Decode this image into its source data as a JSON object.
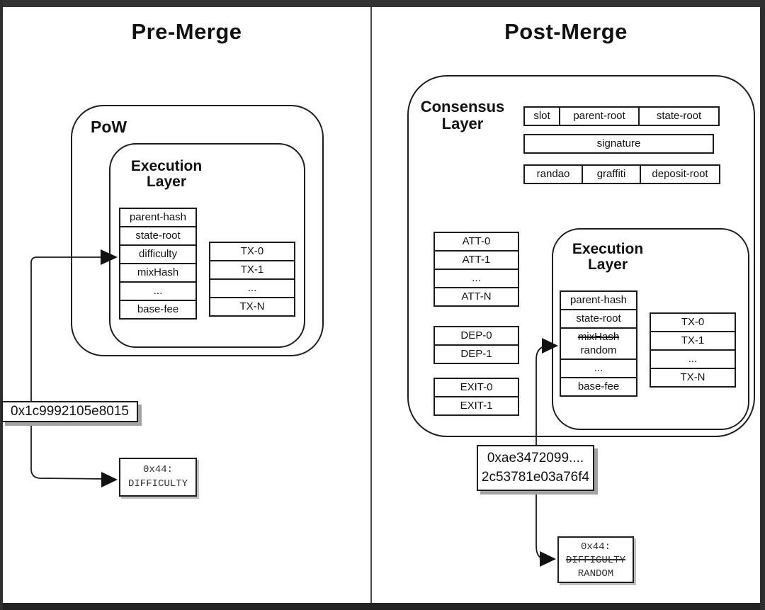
{
  "window": {
    "background": "#ffffff",
    "frame_color": "#333333",
    "stroke_color": "#1f1f1f",
    "shadow_color": "#a3a3a3"
  },
  "pre": {
    "title": "Pre-Merge",
    "pow_label": "PoW",
    "execution_layer": {
      "title_line1": "Execution",
      "title_line2": "Layer",
      "fields": [
        "parent-hash",
        "state-root",
        "difficulty",
        "mixHash",
        "...",
        "base-fee"
      ],
      "transactions": [
        "TX-0",
        "TX-1",
        "...",
        "TX-N"
      ]
    },
    "difficulty_value": "0x1c9992105e8015",
    "storage_slot": {
      "line1": "0x44:",
      "line2": "DIFFICULTY"
    }
  },
  "post": {
    "title": "Post-Merge",
    "consensus_layer": {
      "title_line1": "Consensus",
      "title_line2": "Layer",
      "header_row1": [
        "slot",
        "parent-root",
        "state-root"
      ],
      "signature_label": "signature",
      "header_row3": [
        "randao",
        "graffiti",
        "deposit-root"
      ],
      "attestations": [
        "ATT-0",
        "ATT-1",
        "...",
        "ATT-N"
      ],
      "deposits": [
        "DEP-0",
        "DEP-1"
      ],
      "exits": [
        "EXIT-0",
        "EXIT-1"
      ]
    },
    "execution_layer": {
      "title_line1": "Execution",
      "title_line2": "Layer",
      "fields_before": [
        "parent-hash",
        "state-root"
      ],
      "replaced_field": {
        "old": "mixHash",
        "new": "random"
      },
      "fields_after": [
        "...",
        "base-fee"
      ],
      "transactions": [
        "TX-0",
        "TX-1",
        "...",
        "TX-N"
      ]
    },
    "random_value_line1": "0xae3472099....",
    "random_value_line2": "2c53781e03a76f4",
    "storage_slot": {
      "line1": "0x44:",
      "line2_struck": "DIFFICULTY",
      "line3": "RANDOM"
    }
  }
}
